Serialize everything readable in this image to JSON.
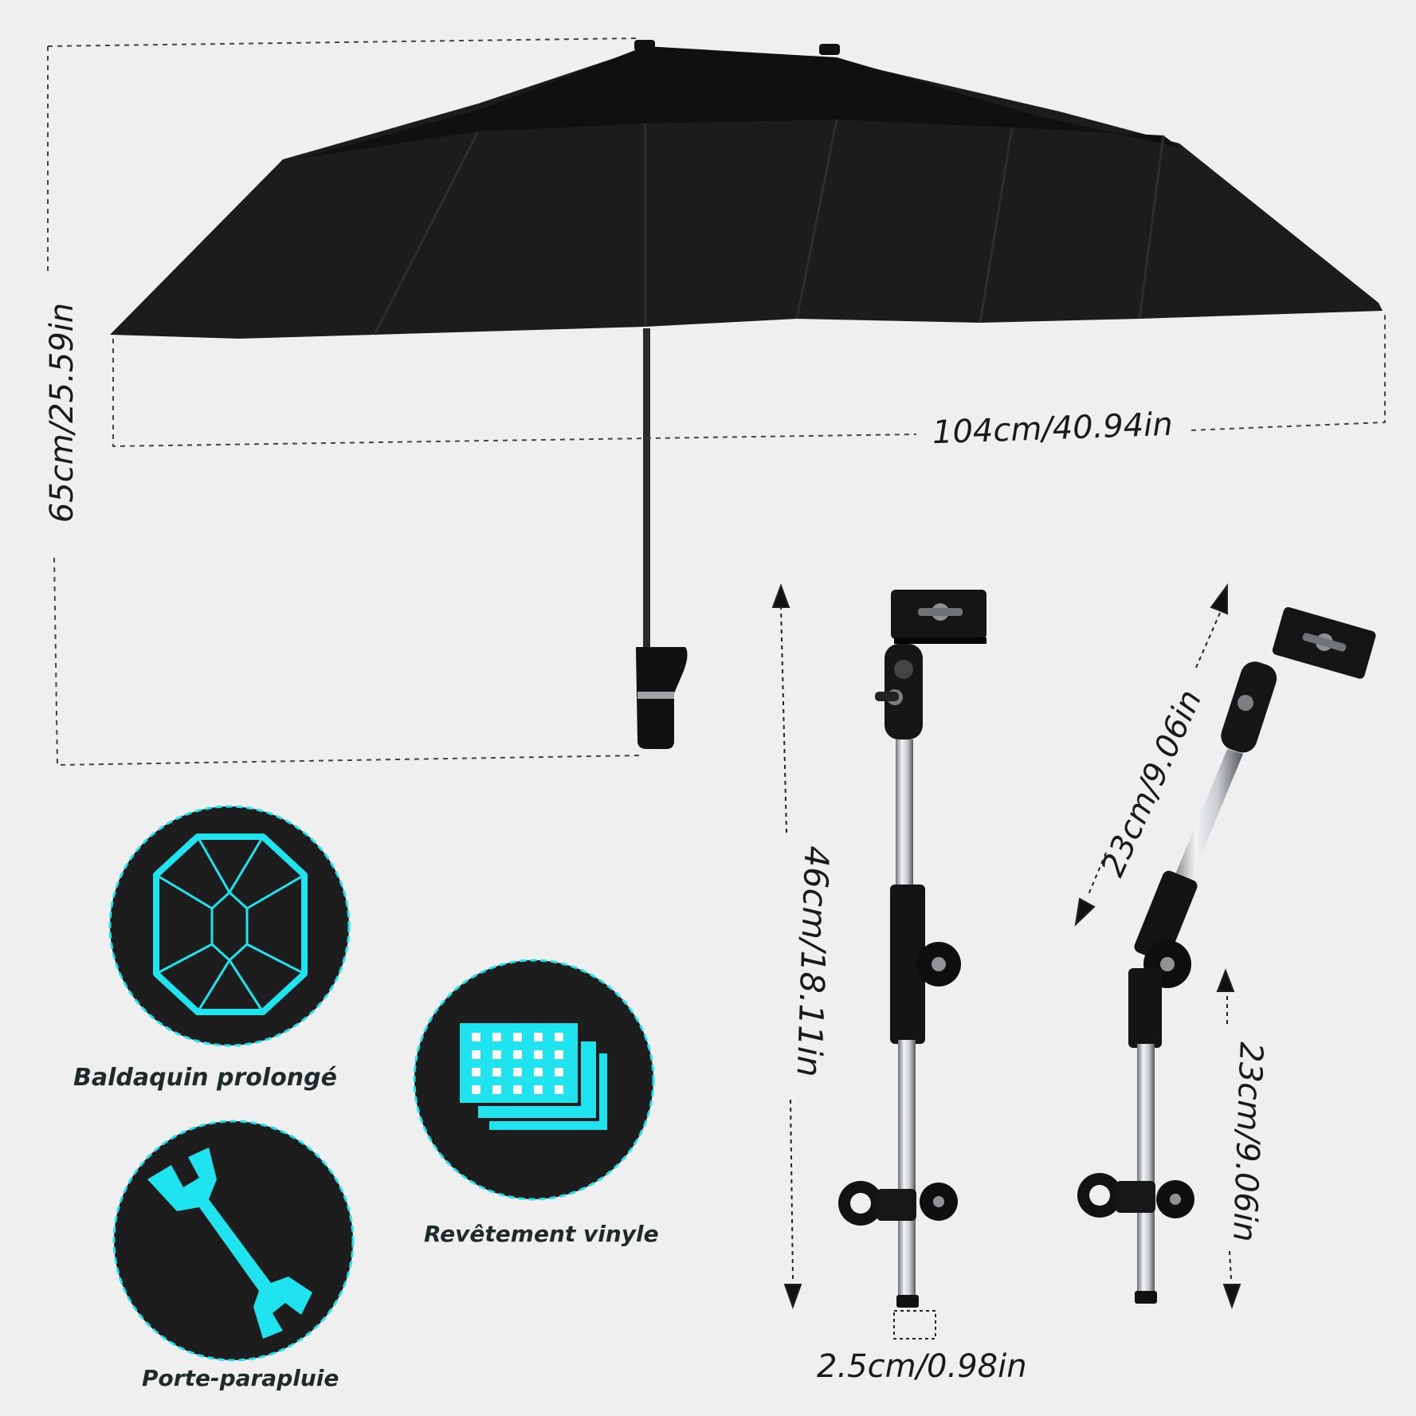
{
  "dimensions": {
    "canopy_width": "104cm/40.94in",
    "umbrella_height": "65cm/25.59in",
    "holder_length": "46cm/18.11in",
    "arm_upper": "23cm/9.06in",
    "arm_lower": "23cm/9.06in",
    "tube_diameter": "2.5cm/0.98in"
  },
  "features": [
    {
      "label": "Baldaquin prolongé",
      "icon": "octagon-canopy-icon"
    },
    {
      "label": "Revêtement vinyle",
      "icon": "vinyl-layers-icon"
    },
    {
      "label": "Porte-parapluie",
      "icon": "wrench-icon"
    }
  ],
  "colors": {
    "background": "#efefef",
    "canopy": "#1b1b1b",
    "icon_disc": "#1d1d1d",
    "icon_accent": "#1fe3ee",
    "metal": "#b9bcc0"
  }
}
